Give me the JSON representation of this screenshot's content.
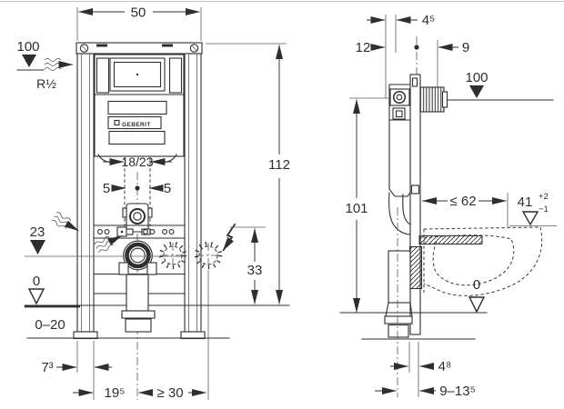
{
  "drawing": {
    "front": {
      "width": "50",
      "height": "112",
      "supply_level": "100",
      "supply_thread": "R½",
      "bolt_spacing": "18/23",
      "offset_left": "5",
      "offset_right": "5",
      "outlet_level": "23",
      "floor_zero": "0",
      "floor_range": "0–20",
      "foot_offset": "7³",
      "outlet_center": "19⁵",
      "elec_distance": "≥ 30",
      "elec_height": "33",
      "logo": "GEBERIT"
    },
    "side": {
      "profile_depth": "4⁵",
      "frame_depth": "12",
      "front_offset": "9",
      "supply_level": "100",
      "height": "101",
      "bowl_depth": "≤ 62",
      "bowl_height": "41",
      "bowl_tol_plus": "+2",
      "bowl_tol_minus": "−1",
      "floor_zero": "0",
      "pipe_offset": "4⁸",
      "outlet_range": "9–13⁵"
    }
  }
}
